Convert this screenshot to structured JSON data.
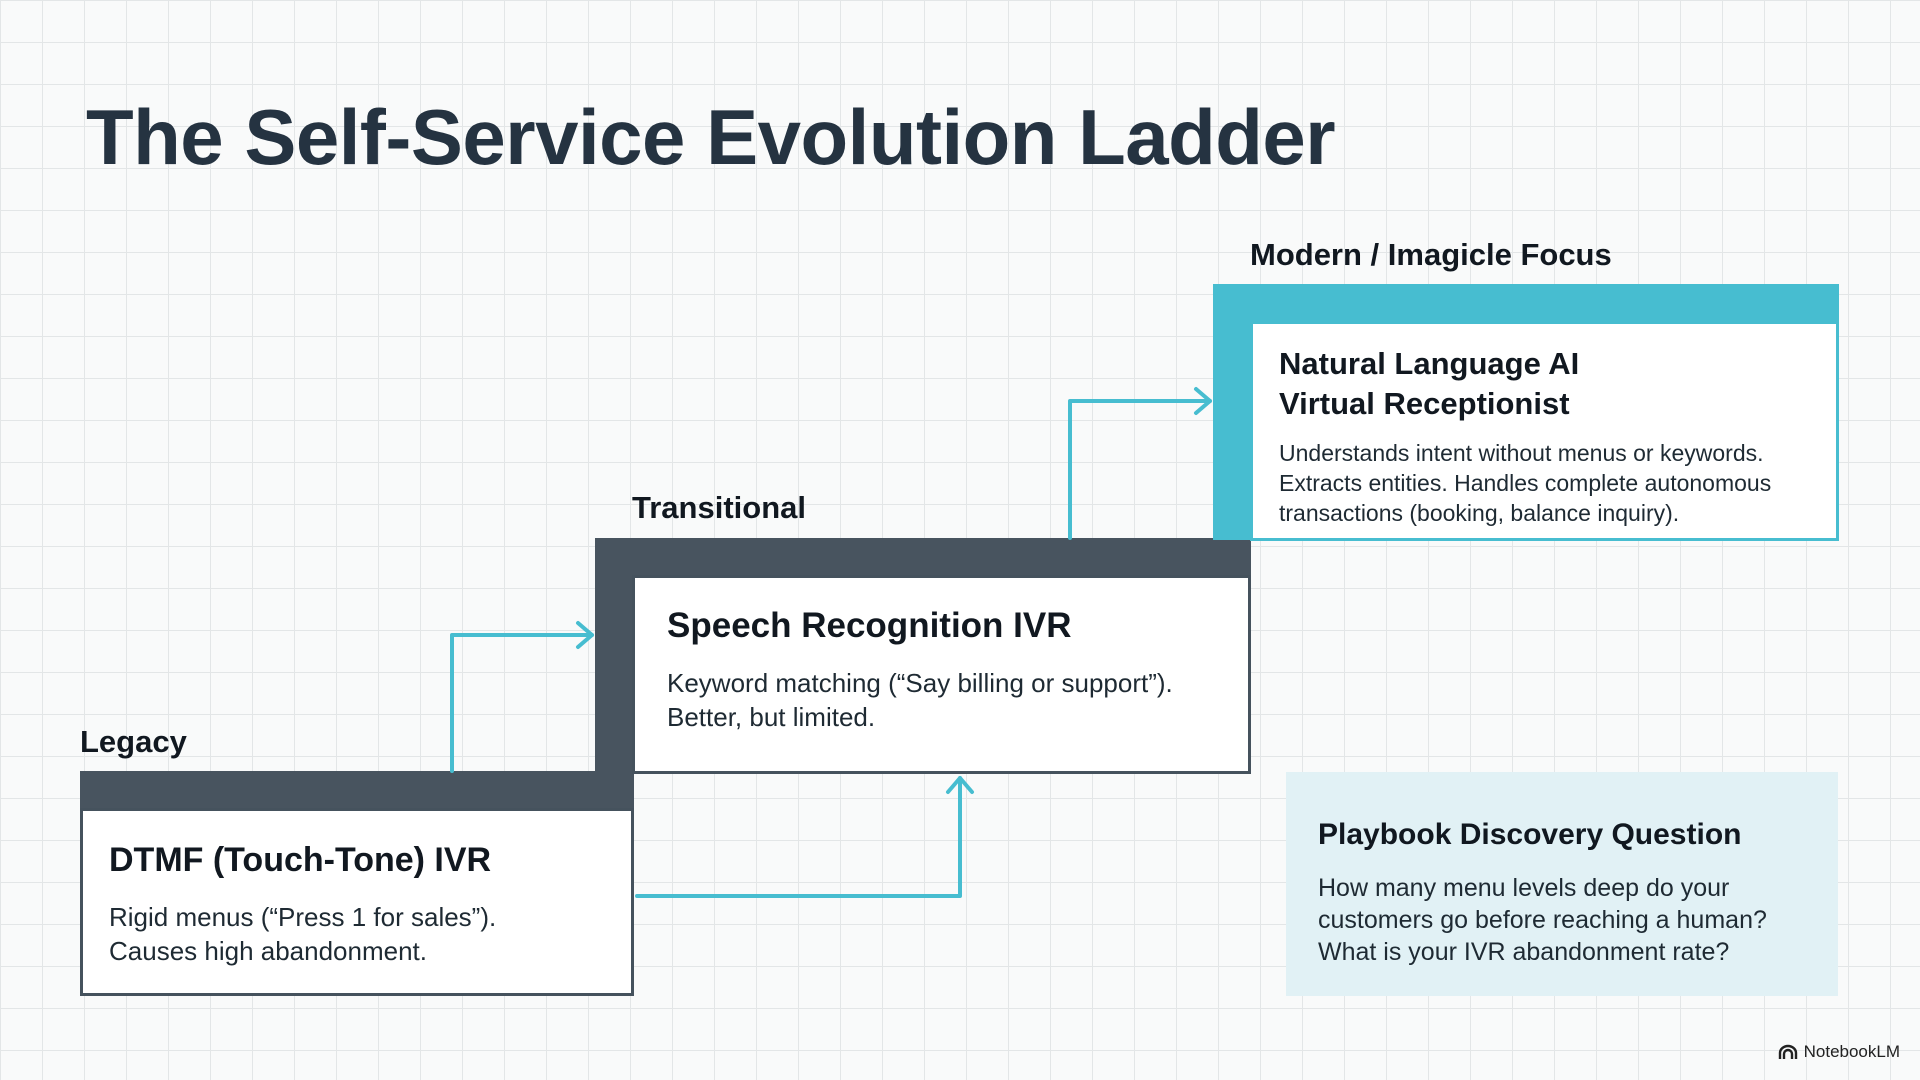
{
  "title": "The Self-Service Evolution Ladder",
  "stages": {
    "legacy": {
      "label": "Legacy",
      "heading": "DTMF (Touch-Tone) IVR",
      "body": "Rigid menus (“Press 1 for sales”).\nCauses high abandonment."
    },
    "transitional": {
      "label": "Transitional",
      "heading": "Speech Recognition IVR",
      "body": "Keyword matching (“Say billing or support”).\nBetter, but limited."
    },
    "modern": {
      "label": "Modern / Imagicle Focus",
      "heading": "Natural Language AI\nVirtual Receptionist",
      "body": "Understands intent without menus or keywords.\nExtracts entities. Handles complete autonomous\ntransactions (booking, balance inquiry)."
    }
  },
  "playbook": {
    "heading": "Playbook Discovery Question",
    "body": "How many menu levels deep do your\ncustomers go before reaching a human?\nWhat is your IVR abandonment rate?"
  },
  "watermark": "NotebookLM",
  "colors": {
    "accent": "#47bdd0",
    "dark_stair": "#48545f",
    "title": "#253341",
    "playbook_bg": "#e1f1f5"
  }
}
